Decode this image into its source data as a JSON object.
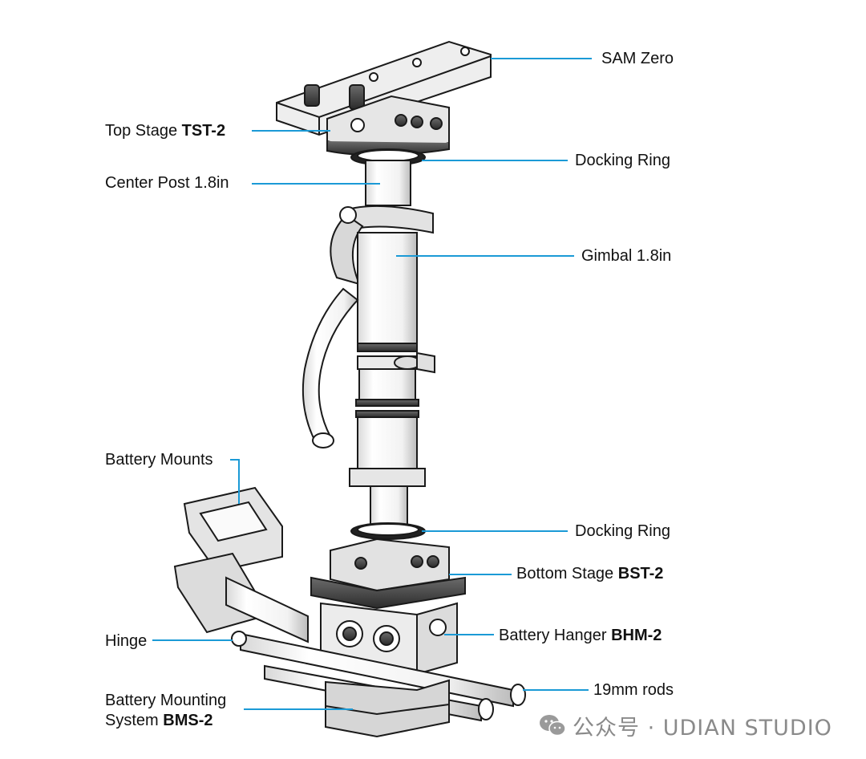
{
  "labels": {
    "sam_zero": "SAM Zero",
    "top_stage": {
      "text": "Top Stage",
      "model": "TST-2"
    },
    "docking_ring_top": "Docking Ring",
    "center_post": "Center Post 1.8in",
    "gimbal": "Gimbal 1.8in",
    "battery_mounts": "Battery Mounts",
    "docking_ring_bottom": "Docking Ring",
    "bottom_stage": {
      "text": "Bottom Stage",
      "model": "BST-2"
    },
    "hinge": "Hinge",
    "battery_hanger": {
      "text": "Battery Hanger",
      "model": "BHM-2"
    },
    "rods": "19mm rods",
    "battery_mounting_system": {
      "line1": "Battery Mounting",
      "line2": "System",
      "model": "BMS-2"
    }
  },
  "watermark": {
    "text": "公众号 · UDIAN STUDIO",
    "icon": "wechat-icon"
  },
  "colors": {
    "leader": "#1b9ad6",
    "text": "#111111",
    "line_art": "#1a1a1a",
    "watermark": "#8a8a8a"
  }
}
